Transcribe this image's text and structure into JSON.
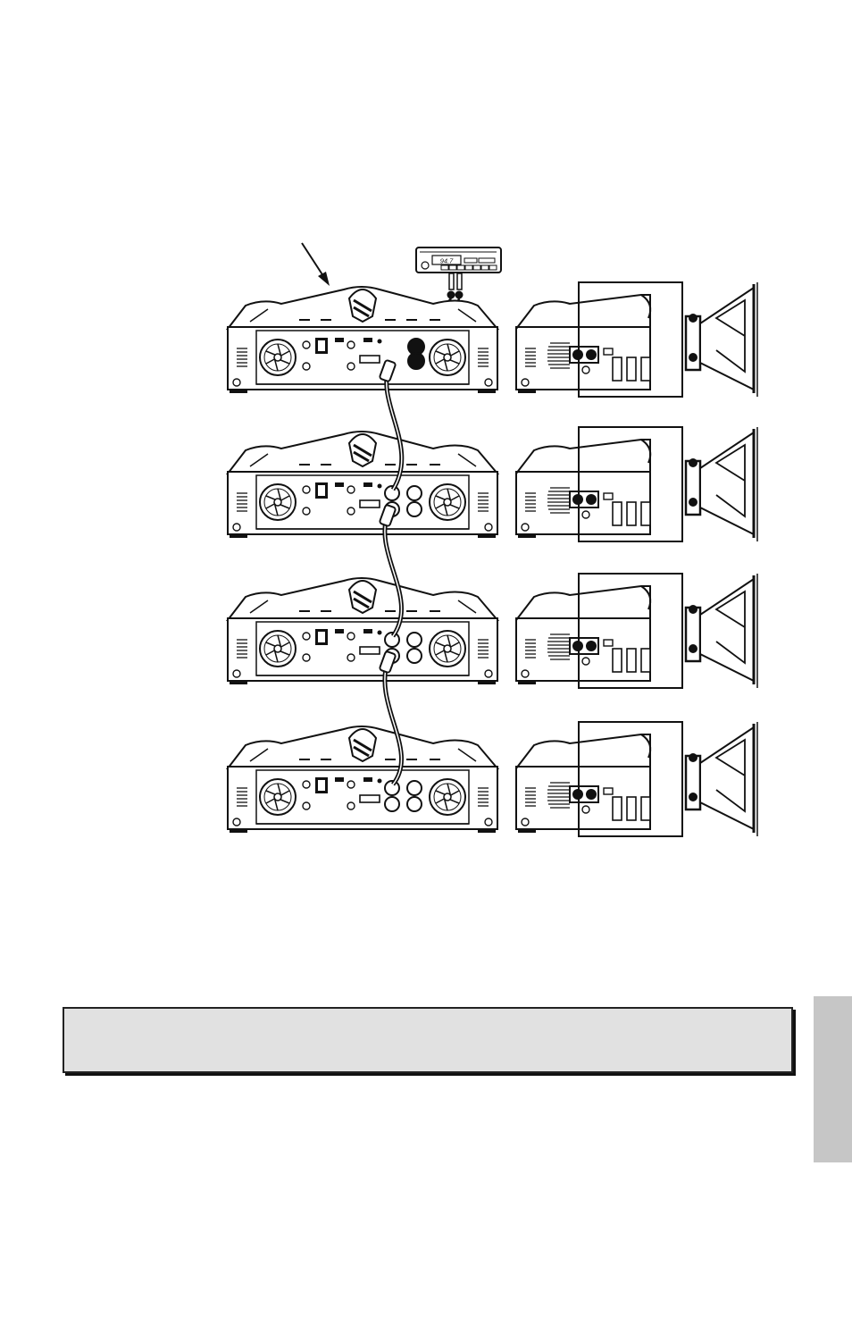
{
  "head_unit": {
    "display": "94.7"
  },
  "amplifiers": [
    {
      "id": "amp-1"
    },
    {
      "id": "amp-2"
    },
    {
      "id": "amp-3"
    },
    {
      "id": "amp-4"
    }
  ],
  "note_box": {
    "text": ""
  },
  "colors": {
    "line": "#111111",
    "note_fill": "#e1e1e1",
    "tab_fill": "#c6c6c6"
  },
  "icons": [
    "arrow-icon",
    "fan-icon",
    "speaker-icon",
    "rca-jack-icon",
    "terminal-icon"
  ]
}
